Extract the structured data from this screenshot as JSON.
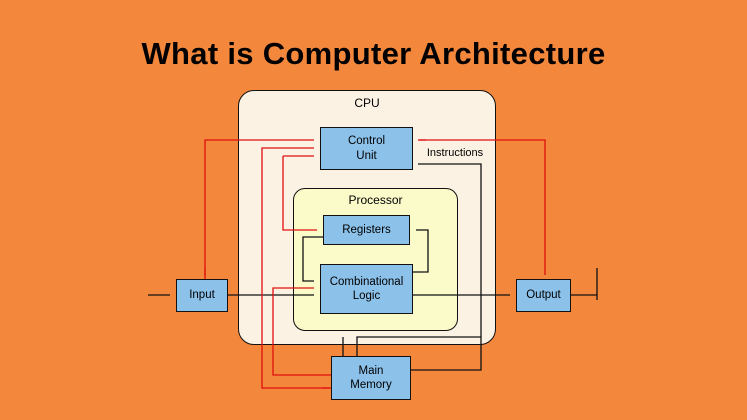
{
  "title": "What is Computer Architecture",
  "colors": {
    "background": "#F3873C",
    "box_blue": "#8CC1EA",
    "cpu_fill": "#FCF2E4",
    "processor_fill": "#FBFAC9",
    "line_black": "#111111",
    "line_red": "#E01010"
  },
  "labels": {
    "cpu": "CPU",
    "processor": "Processor",
    "control_unit": "Control\nUnit",
    "registers": "Registers",
    "combinational_logic": "Combinational\nLogic",
    "input": "Input",
    "output": "Output",
    "main_memory": "Main\nMemory",
    "instructions": "Instructions"
  }
}
